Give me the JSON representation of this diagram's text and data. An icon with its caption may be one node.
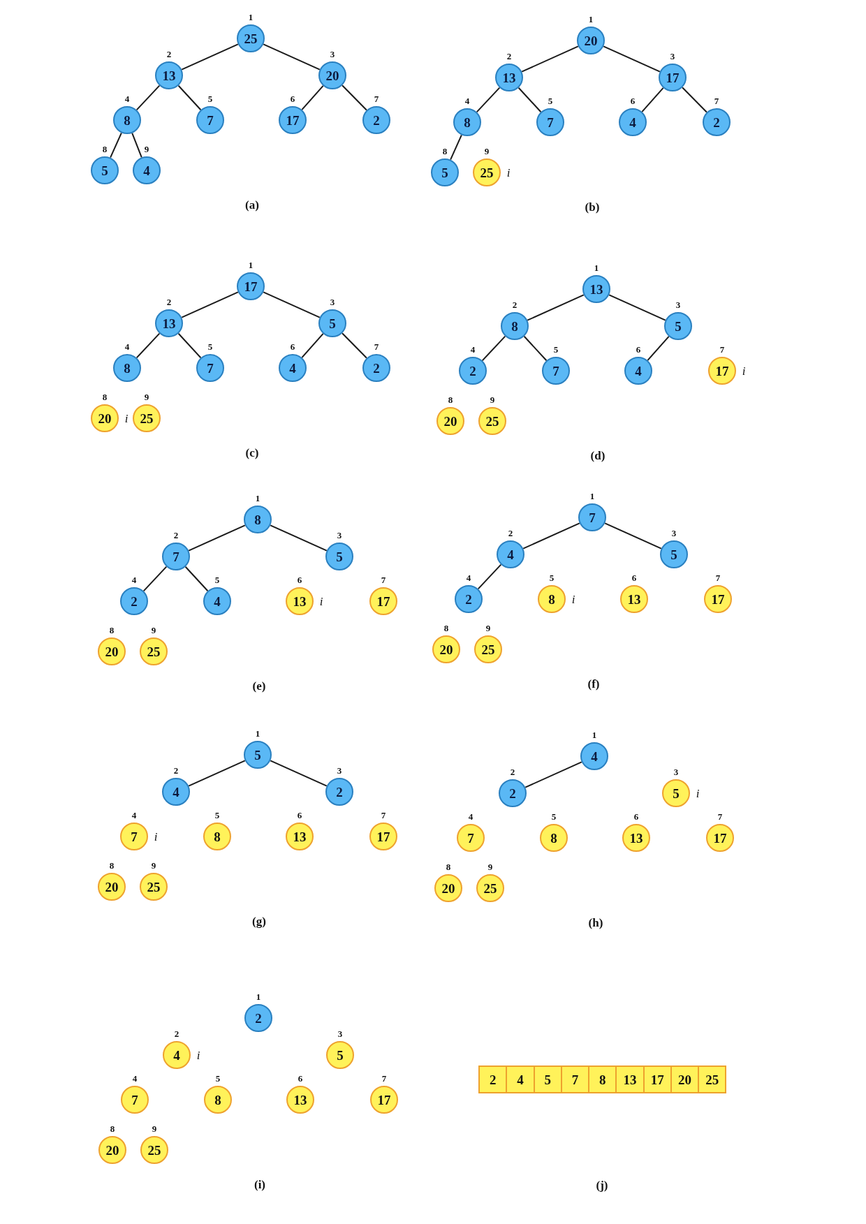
{
  "diagram": {
    "nodes": [
      {
        "text": [
          "25"
        ],
        "beside": [
          "1"
        ]
      },
      {
        "text": [
          "13"
        ],
        "beside": [
          "2"
        ]
      },
      {
        "text": [
          "20"
        ],
        "beside": [
          "3"
        ]
      },
      {
        "text": [
          "8"
        ],
        "beside": [
          "4"
        ]
      },
      {
        "text": [
          "7"
        ],
        "beside": [
          "5"
        ]
      },
      {
        "text": [
          "17"
        ],
        "beside": [
          "6"
        ]
      },
      {
        "text": [
          "2"
        ],
        "beside": [
          "7"
        ]
      },
      {
        "text": [
          "5"
        ],
        "beside": [
          "8"
        ]
      },
      {
        "text": [
          "4"
        ],
        "beside": [
          "9"
        ]
      },
      {
        "text": [
          "20"
        ],
        "beside": [
          "1"
        ]
      },
      {
        "text": [
          "13"
        ],
        "beside": [
          "2"
        ]
      },
      {
        "text": [
          "17"
        ],
        "beside": [
          "3"
        ]
      },
      {
        "text": [
          "8"
        ],
        "beside": [
          "4"
        ]
      },
      {
        "text": [
          "7"
        ],
        "beside": [
          "5"
        ]
      },
      {
        "text": [
          "4"
        ],
        "beside": [
          "6"
        ]
      },
      {
        "text": [
          "2"
        ],
        "beside": [
          "7"
        ]
      },
      {
        "text": [
          "5"
        ],
        "beside": [
          "8"
        ]
      },
      {
        "text": [
          "25"
        ],
        "beside": [
          "9",
          "i"
        ]
      },
      {
        "text": [
          "17"
        ],
        "beside": [
          "1"
        ]
      },
      {
        "text": [
          "13"
        ],
        "beside": [
          "2"
        ]
      },
      {
        "text": [
          "5"
        ],
        "beside": [
          "3"
        ]
      },
      {
        "text": [
          "8"
        ],
        "beside": [
          "4"
        ]
      },
      {
        "text": [
          "7"
        ],
        "beside": [
          "5"
        ]
      },
      {
        "text": [
          "4"
        ],
        "beside": [
          "6"
        ]
      },
      {
        "text": [
          "2"
        ],
        "beside": [
          "7"
        ]
      },
      {
        "text": [
          "20"
        ],
        "beside": [
          "8",
          "i"
        ]
      },
      {
        "text": [
          "25"
        ],
        "beside": [
          "9"
        ]
      },
      {
        "text": [
          "13"
        ],
        "beside": [
          "1"
        ]
      },
      {
        "text": [
          "8"
        ],
        "beside": [
          "2"
        ]
      },
      {
        "text": [
          "5"
        ],
        "beside": [
          "3"
        ]
      },
      {
        "text": [
          "2"
        ],
        "beside": [
          "4"
        ]
      },
      {
        "text": [
          "7"
        ],
        "beside": [
          "5"
        ]
      },
      {
        "text": [
          "4"
        ],
        "beside": [
          "6"
        ]
      },
      {
        "text": [
          "17"
        ],
        "beside": [
          "7",
          "i"
        ]
      },
      {
        "text": [
          "20"
        ],
        "beside": [
          "8"
        ]
      },
      {
        "text": [
          "25"
        ],
        "beside": [
          "9"
        ]
      },
      {
        "text": [
          "8"
        ],
        "beside": [
          "1"
        ]
      },
      {
        "text": [
          "7"
        ],
        "beside": [
          "2"
        ]
      },
      {
        "text": [
          "5"
        ],
        "beside": [
          "3"
        ]
      },
      {
        "text": [
          "2"
        ],
        "beside": [
          "4"
        ]
      },
      {
        "text": [
          "4"
        ],
        "beside": [
          "5"
        ]
      },
      {
        "text": [
          "13"
        ],
        "beside": [
          "6",
          "i"
        ]
      },
      {
        "text": [
          "17"
        ],
        "beside": [
          "7"
        ]
      },
      {
        "text": [
          "20"
        ],
        "beside": [
          "8"
        ]
      },
      {
        "text": [
          "25"
        ],
        "beside": [
          "9"
        ]
      },
      {
        "text": [
          "7"
        ],
        "beside": [
          "1"
        ]
      },
      {
        "text": [
          "4"
        ],
        "beside": [
          "2"
        ]
      },
      {
        "text": [
          "5"
        ],
        "beside": [
          "3"
        ]
      },
      {
        "text": [
          "2"
        ],
        "beside": [
          "4"
        ]
      },
      {
        "text": [
          "8"
        ],
        "beside": [
          "5",
          "i"
        ]
      },
      {
        "text": [
          "13"
        ],
        "beside": [
          "6"
        ]
      },
      {
        "text": [
          "17"
        ],
        "beside": [
          "7"
        ]
      },
      {
        "text": [
          "20"
        ],
        "beside": [
          "8"
        ]
      },
      {
        "text": [
          "25"
        ],
        "beside": [
          "9"
        ]
      },
      {
        "text": [
          "5"
        ],
        "beside": [
          "1"
        ]
      },
      {
        "text": [
          "4"
        ],
        "beside": [
          "2"
        ]
      },
      {
        "text": [
          "2"
        ],
        "beside": [
          "3"
        ]
      },
      {
        "text": [
          "7"
        ],
        "beside": [
          "4",
          "i"
        ]
      },
      {
        "text": [
          "8"
        ],
        "beside": [
          "5"
        ]
      },
      {
        "text": [
          "13"
        ],
        "beside": [
          "6"
        ]
      },
      {
        "text": [
          "17"
        ],
        "beside": [
          "7"
        ]
      },
      {
        "text": [
          "20"
        ],
        "beside": [
          "8"
        ]
      },
      {
        "text": [
          "25"
        ],
        "beside": [
          "9"
        ]
      },
      {
        "text": [
          "4"
        ],
        "beside": [
          "1"
        ]
      },
      {
        "text": [
          "2"
        ],
        "beside": [
          "2"
        ]
      },
      {
        "text": [
          "5"
        ],
        "beside": [
          "3",
          "i"
        ]
      },
      {
        "text": [
          "7"
        ],
        "beside": [
          "4"
        ]
      },
      {
        "text": [
          "8"
        ],
        "beside": [
          "5"
        ]
      },
      {
        "text": [
          "13"
        ],
        "beside": [
          "6"
        ]
      },
      {
        "text": [
          "17"
        ],
        "beside": [
          "7"
        ]
      },
      {
        "text": [
          "20"
        ],
        "beside": [
          "8"
        ]
      },
      {
        "text": [
          "25"
        ],
        "beside": [
          "9"
        ]
      },
      {
        "text": [
          "2"
        ],
        "beside": [
          "1"
        ]
      },
      {
        "text": [
          "4"
        ],
        "beside": [
          "2",
          "i"
        ]
      },
      {
        "text": [
          "5"
        ],
        "beside": [
          "3"
        ]
      },
      {
        "text": [
          "7"
        ],
        "beside": [
          "4"
        ]
      },
      {
        "text": [
          "8"
        ],
        "beside": [
          "5"
        ]
      },
      {
        "text": [
          "13"
        ],
        "beside": [
          "6"
        ]
      },
      {
        "text": [
          "17"
        ],
        "beside": [
          "7"
        ]
      },
      {
        "text": [
          "20"
        ],
        "beside": [
          "8"
        ]
      },
      {
        "text": [
          "25"
        ],
        "beside": [
          "9"
        ]
      },
      {
        "text": [
          "2"
        ]
      },
      {
        "text": [
          "4"
        ]
      },
      {
        "text": [
          "5"
        ]
      },
      {
        "text": [
          "7"
        ]
      },
      {
        "text": [
          "8"
        ]
      },
      {
        "text": [
          "13"
        ]
      },
      {
        "text": [
          "17"
        ]
      },
      {
        "text": [
          "20"
        ]
      },
      {
        "text": [
          "25"
        ]
      }
    ],
    "edges": [
      {
        "from": 0,
        "to": 1,
        "arrow": "none"
      },
      {
        "from": 0,
        "to": 2,
        "arrow": "none"
      },
      {
        "from": 1,
        "to": 3,
        "arrow": "none"
      },
      {
        "from": 1,
        "to": 4,
        "arrow": "none"
      },
      {
        "from": 2,
        "to": 5,
        "arrow": "none"
      },
      {
        "from": 2,
        "to": 6,
        "arrow": "none"
      },
      {
        "from": 3,
        "to": 7,
        "arrow": "none"
      },
      {
        "from": 3,
        "to": 8,
        "arrow": "none"
      },
      {
        "from": 9,
        "to": 10,
        "arrow": "none"
      },
      {
        "from": 9,
        "to": 11,
        "arrow": "none"
      },
      {
        "from": 10,
        "to": 12,
        "arrow": "none"
      },
      {
        "from": 10,
        "to": 13,
        "arrow": "none"
      },
      {
        "from": 11,
        "to": 14,
        "arrow": "none"
      },
      {
        "from": 11,
        "to": 15,
        "arrow": "none"
      },
      {
        "from": 12,
        "to": 16,
        "arrow": "none"
      },
      {
        "from": 18,
        "to": 19,
        "arrow": "none"
      },
      {
        "from": 18,
        "to": 20,
        "arrow": "none"
      },
      {
        "from": 19,
        "to": 21,
        "arrow": "none"
      },
      {
        "from": 19,
        "to": 22,
        "arrow": "none"
      },
      {
        "from": 20,
        "to": 23,
        "arrow": "none"
      },
      {
        "from": 20,
        "to": 24,
        "arrow": "none"
      },
      {
        "from": 27,
        "to": 28,
        "arrow": "none"
      },
      {
        "from": 27,
        "to": 29,
        "arrow": "none"
      },
      {
        "from": 28,
        "to": 30,
        "arrow": "none"
      },
      {
        "from": 28,
        "to": 31,
        "arrow": "none"
      },
      {
        "from": 29,
        "to": 32,
        "arrow": "none"
      },
      {
        "from": 36,
        "to": 37,
        "arrow": "none"
      },
      {
        "from": 36,
        "to": 38,
        "arrow": "none"
      },
      {
        "from": 37,
        "to": 39,
        "arrow": "none"
      },
      {
        "from": 37,
        "to": 40,
        "arrow": "none"
      },
      {
        "from": 45,
        "to": 46,
        "arrow": "none"
      },
      {
        "from": 45,
        "to": 47,
        "arrow": "none"
      },
      {
        "from": 46,
        "to": 48,
        "arrow": "none"
      },
      {
        "from": 54,
        "to": 55,
        "arrow": "none"
      },
      {
        "from": 54,
        "to": 56,
        "arrow": "none"
      },
      {
        "from": 63,
        "to": 64,
        "arrow": "none"
      }
    ],
    "labels": [
      "(a)",
      "(b)",
      "(c)",
      "(d)",
      "(e)",
      "(f)",
      "(g)",
      "(h)",
      "(i)",
      "(j)"
    ]
  }
}
